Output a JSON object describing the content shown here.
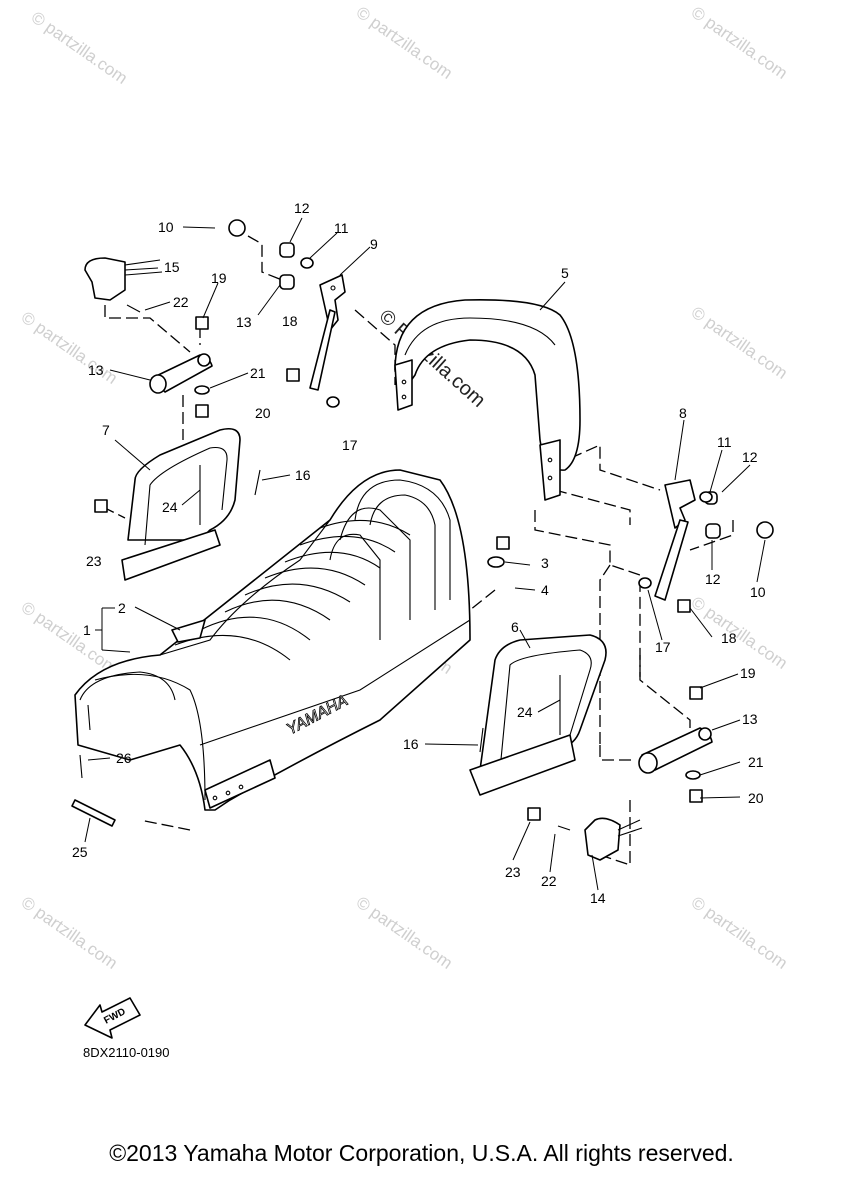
{
  "watermark": "© partzilla.com",
  "center_watermark": "© Partzilla.com",
  "seat_brand": "YAMAHA",
  "fwd_label": "FWD",
  "drawing_code": "8DX2110-0190",
  "copyright": "©2013 Yamaha Motor Corporation, U.S.A. All rights reserved.",
  "callouts": {
    "c1": "1",
    "c2": "2",
    "c3": "3",
    "c4": "4",
    "c5": "5",
    "c6": "6",
    "c7": "7",
    "c8": "8",
    "c9": "9",
    "c10a": "10",
    "c10b": "10",
    "c11a": "11",
    "c11b": "11",
    "c12a": "12",
    "c12b": "12",
    "c12c": "12",
    "c13a": "13",
    "c13b": "13",
    "c13c": "13",
    "c14": "14",
    "c15": "15",
    "c16a": "16",
    "c16b": "16",
    "c17a": "17",
    "c17b": "17",
    "c18a": "18",
    "c18b": "18",
    "c19a": "19",
    "c19b": "19",
    "c20a": "20",
    "c20b": "20",
    "c21a": "21",
    "c21b": "21",
    "c22a": "22",
    "c22b": "22",
    "c23a": "23",
    "c23b": "23",
    "c24a": "24",
    "c24b": "24",
    "c25": "25",
    "c26": "26"
  }
}
